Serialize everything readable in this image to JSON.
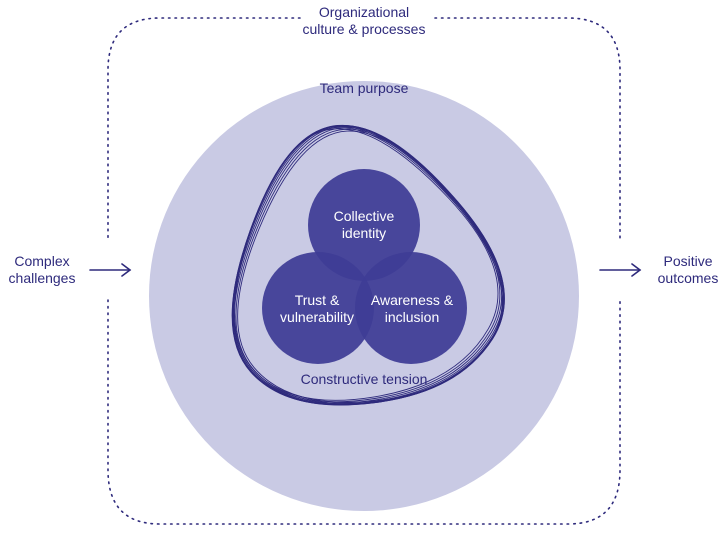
{
  "org": {
    "line1": "Organizational",
    "line2": "culture & processes"
  },
  "team_purpose": "Team purpose",
  "inputs": {
    "line1": "Complex",
    "line2": "challenges"
  },
  "outputs": {
    "line1": "Positive",
    "line2": "outcomes"
  },
  "circles": {
    "collective": {
      "line1": "Collective",
      "line2": "identity"
    },
    "trust": {
      "line1": "Trust &",
      "line2": "vulnerability"
    },
    "awareness": {
      "line1": "Awareness &",
      "line2": "inclusion"
    }
  },
  "tension": "Constructive tension",
  "colors": {
    "big_circle": "#c9cae4",
    "inner_circle": "#3e3c96",
    "line": "#2e2a7c",
    "text_white": "#ffffff"
  }
}
